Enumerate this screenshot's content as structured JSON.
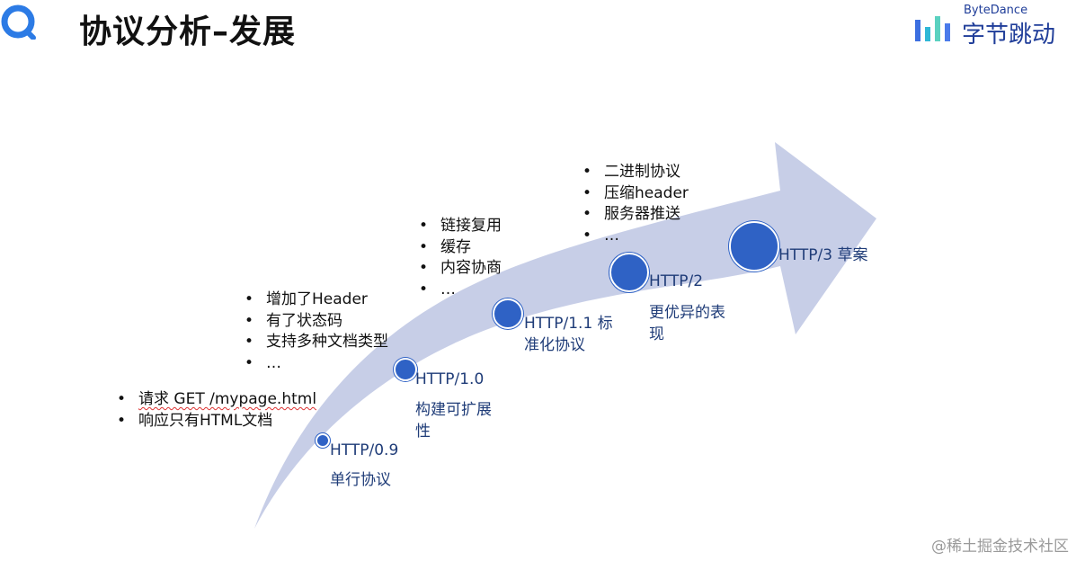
{
  "header": {
    "title": "协议分析–发展",
    "brand_en": "ByteDance",
    "brand_cn": "字节跳动"
  },
  "stages": [
    {
      "version": "HTTP/0.9",
      "desc": "单行协议",
      "bullets": [
        "请求 GET /mypage.html",
        "响应只有HTML文档"
      ]
    },
    {
      "version": "HTTP/1.0",
      "desc_lines": [
        "构建可扩展",
        "性"
      ],
      "bullets": [
        "增加了Header",
        "有了状态码",
        "支持多种文档类型",
        "…"
      ]
    },
    {
      "version_line1": "HTTP/1.1 标",
      "version_line2": "准化协议",
      "bullets": [
        "链接复用",
        "缓存",
        "内容协商",
        "…"
      ]
    },
    {
      "version": "HTTP/2",
      "desc_lines": [
        "更优异的表",
        "现"
      ],
      "bullets": [
        "二进制协议",
        "压缩header",
        "服务器推送",
        "…"
      ]
    },
    {
      "version": "HTTP/3 草案"
    }
  ],
  "watermark": "@稀土掘金技术社区",
  "colors": {
    "arrow_fill": "#c4cbe6",
    "dot": "#2f62c5",
    "version_text": "#1f3c78",
    "brand": "#1f3d99"
  },
  "icons": [
    "app-logo-icon",
    "bytedance-logo-icon"
  ]
}
